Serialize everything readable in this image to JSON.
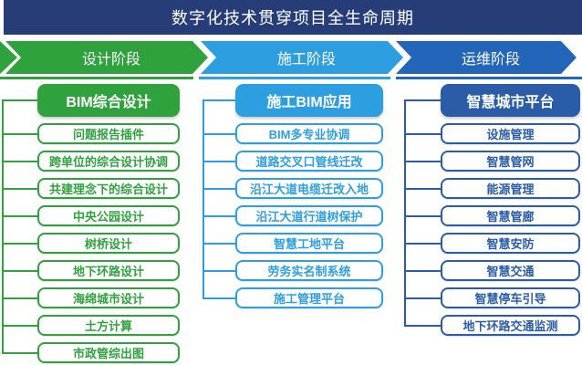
{
  "title": "数字化技术贯穿项目全生命周期",
  "phase_bar": {
    "phases": [
      {
        "label": "设计阶段",
        "color": "#2fa23d"
      },
      {
        "label": "施工阶段",
        "color": "#2d9fe0"
      },
      {
        "label": "运维阶段",
        "color": "#2365b8"
      }
    ]
  },
  "columns": [
    {
      "header": "BIM综合设计",
      "color": "#2fa23d",
      "items": [
        "问题报告插件",
        "跨单位的综合设计协调",
        "共建理念下的综合设计",
        "中央公园设计",
        "树桥设计",
        "地下环路设计",
        "海绵城市设计",
        "土方计算",
        "市政管综出图"
      ]
    },
    {
      "header": "施工BIM应用",
      "color": "#2d9fe0",
      "items": [
        "BIM多专业协调",
        "道路交叉口管线迁改",
        "沿江大道电缆迁改入地",
        "沿江大道行道树保护",
        "智慧工地平台",
        "劳务实名制系统",
        "施工管理平台"
      ]
    },
    {
      "header": "智慧城市平台",
      "color": "#2a5ca8",
      "items": [
        "设施管理",
        "智慧管网",
        "能源管理",
        "智慧管廊",
        "智慧安防",
        "智慧交通",
        "智慧停车引导",
        "地下环路交通监测"
      ]
    }
  ],
  "colors": {
    "title_bar": "#263d78",
    "design_green": "#2fa23d",
    "construction_blue": "#2d9fe0",
    "operation_blue": "#2365b8",
    "platform_navy": "#2a5ca8"
  }
}
